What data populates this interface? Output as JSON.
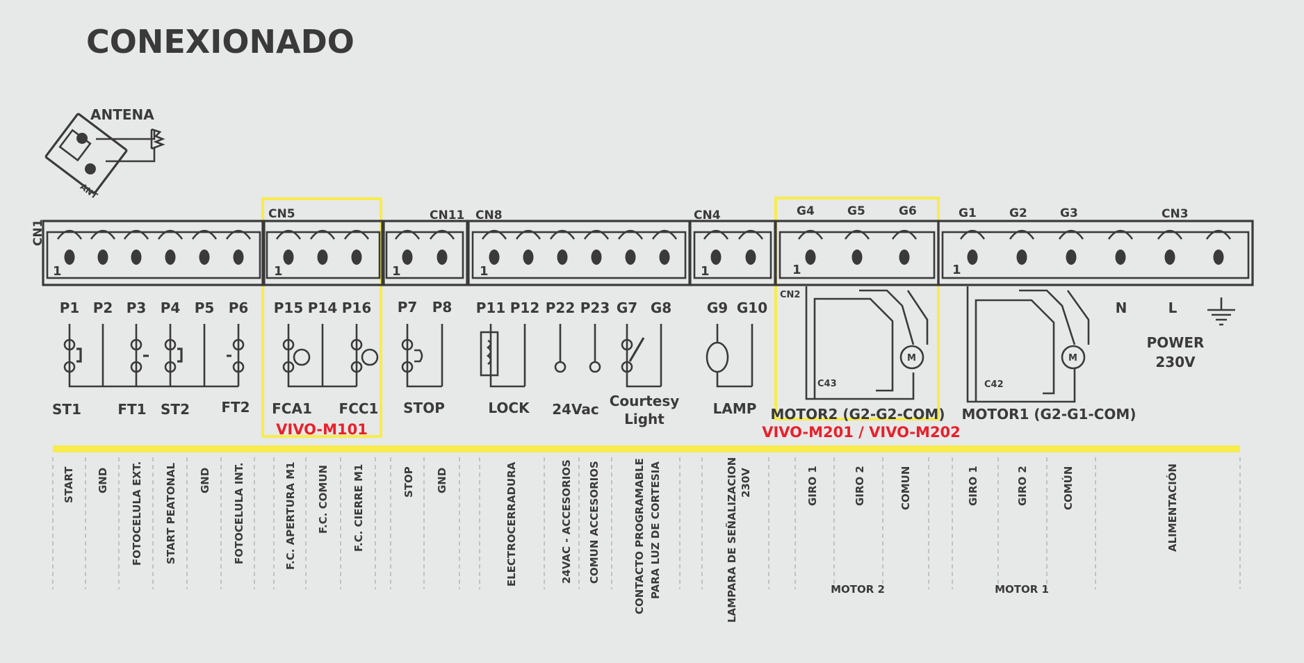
{
  "title": "CONEXIONADO",
  "antenna": {
    "label": "ANTENA",
    "tag": "ANT"
  },
  "highlight_color": "#f7ec4c",
  "red_color": "#e8202a",
  "connectors": [
    {
      "id": "CN1",
      "label": "CN1",
      "pins": 6,
      "pin_one": "1"
    },
    {
      "id": "CN5",
      "label": "CN5",
      "pins": 3,
      "pin_one": "1"
    },
    {
      "id": "CN11",
      "label": "CN11",
      "pins": 2,
      "pin_one": "1"
    },
    {
      "id": "CN8",
      "label": "CN8",
      "pins": 6,
      "pin_one": "1"
    },
    {
      "id": "CN4",
      "label": "CN4",
      "pins": 2,
      "pin_one": "1"
    },
    {
      "id": "CN2",
      "label": "CN2",
      "pins": 3,
      "pin_one": "1",
      "terminals": [
        "G4",
        "G5",
        "G6"
      ]
    },
    {
      "id": "CN3",
      "label": "CN3",
      "pins": 6,
      "pin_one": "1",
      "terminals": [
        "G1",
        "G2",
        "G3"
      ]
    }
  ],
  "pin_labels": [
    "P1",
    "P2",
    "P3",
    "P4",
    "P5",
    "P6",
    "P15",
    "P14",
    "P16",
    "P7",
    "P8",
    "P11",
    "P12",
    "P22",
    "P23",
    "G7",
    "G8",
    "G9",
    "G10",
    "N",
    "L"
  ],
  "device_labels": [
    "ST1",
    "FT1",
    "ST2",
    "FT2",
    "FCA1",
    "FCC1",
    "STOP",
    "LOCK",
    "24Vac",
    "Courtesy",
    "Light",
    "LAMP",
    "MOTOR2 (G2-G2-COM)",
    "MOTOR1 (G2-G1-COM)",
    "POWER",
    "230V"
  ],
  "capacitors": [
    "C43",
    "C42"
  ],
  "motor_symbol": "M",
  "models": [
    "VIVO-M101",
    "VIVO-M201 / VIVO-M202"
  ],
  "descriptions": [
    "START",
    "GND",
    "FOTOCELULA EXT.",
    "START PEATONAL",
    "GND",
    "FOTOCELULA INT.",
    "F.C. APERTURA M1",
    "F.C. COMUN",
    "F.C. CIERRE M1",
    "STOP",
    "GND",
    "ELECTROCERRADURA",
    "24VAC - ACCESORIOS",
    "COMUN ACCESORIOS",
    "CONTACTO PROGRAMABLE",
    "PARA LUZ DE CORTESIA",
    "LAMPARA DE SEÑALIZACION",
    "230V",
    "GIRO 1",
    "GIRO 2",
    "COMUN",
    "GIRO 1",
    "GIRO 2",
    "COMÚN",
    "ALIMENTACIÓN"
  ],
  "groups": [
    "MOTOR 2",
    "MOTOR 1"
  ]
}
